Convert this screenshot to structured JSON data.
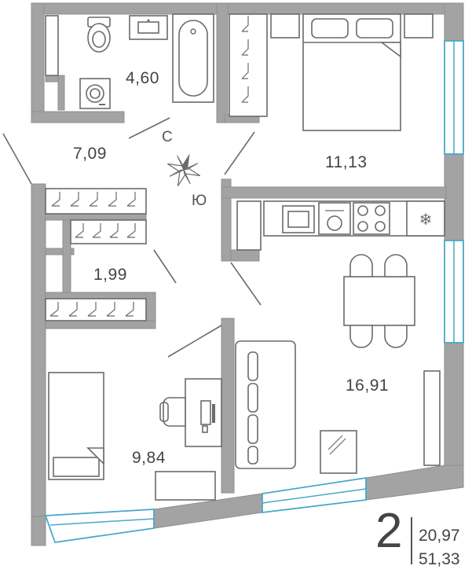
{
  "plan": {
    "rooms": [
      {
        "id": "bathroom",
        "area": "4,60"
      },
      {
        "id": "hallway",
        "area": "7,09"
      },
      {
        "id": "bedroom",
        "area": "11,13"
      },
      {
        "id": "wardrobe",
        "area": "1,99"
      },
      {
        "id": "kitchen-living",
        "area": "16,91"
      },
      {
        "id": "study",
        "area": "9,84"
      }
    ],
    "compass": {
      "north": "С",
      "south": "Ю"
    },
    "summary": {
      "room_count": "2",
      "living_area": "20,97",
      "total_area": "51,33"
    },
    "colors": {
      "wall": "#a3a3a3",
      "window": "#4aa8c9",
      "line": "#6b6b6b",
      "text": "#444444"
    }
  }
}
